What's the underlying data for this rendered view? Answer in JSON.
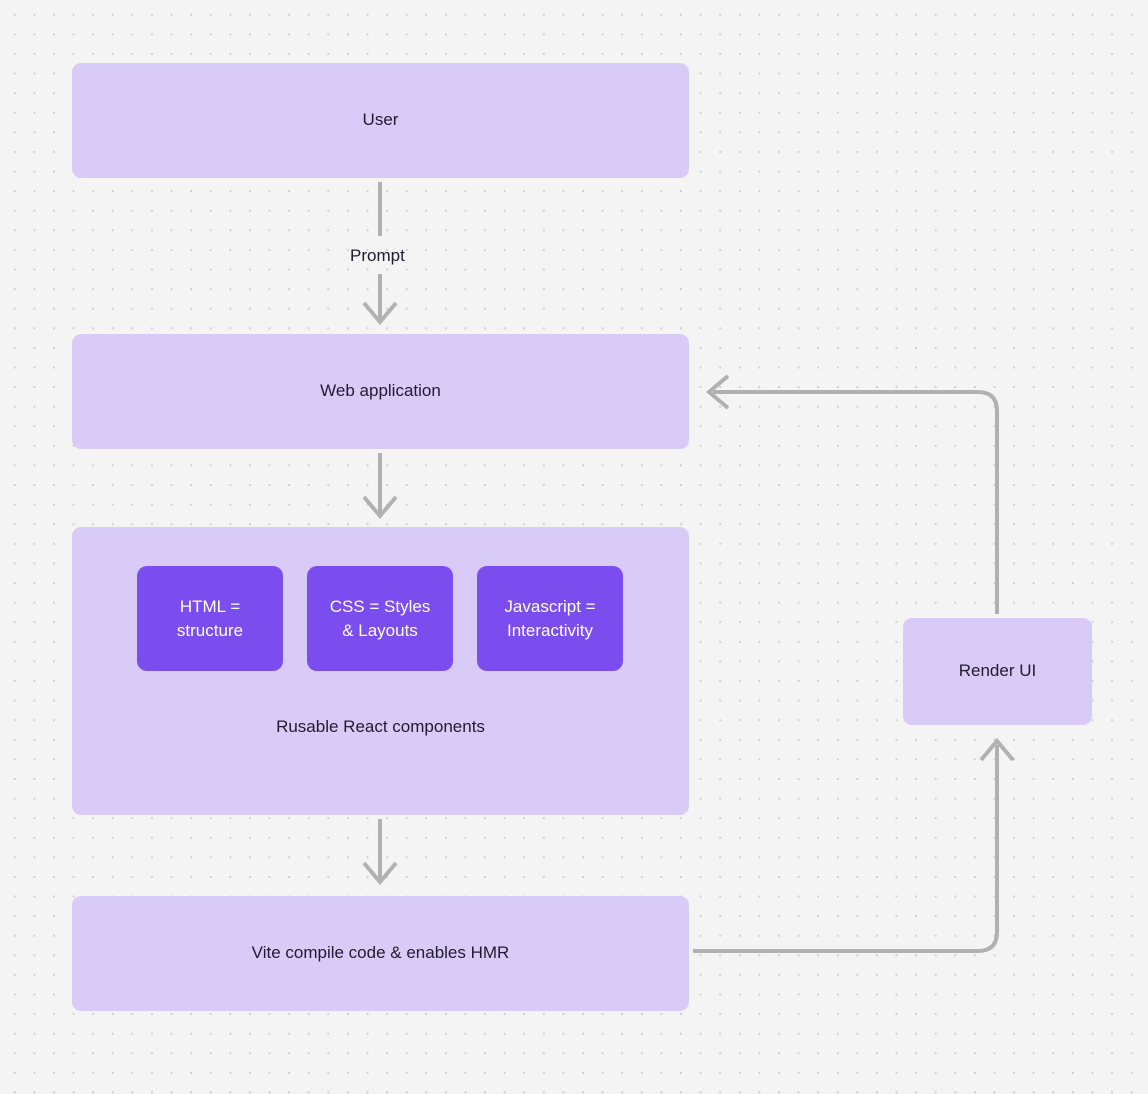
{
  "diagram": {
    "title": "React + Vite web application rendering flow",
    "background_color": "#f4f4f4",
    "dot_color": "#cfcfcf",
    "node_fill": "#d9cbf8",
    "chip_fill": "#7c4dee",
    "connector_color": "#b1b1b1",
    "text_color": "#1f1b2e",
    "chip_text_color": "#ffffff"
  },
  "nodes": {
    "user": {
      "label": "User"
    },
    "web_application": {
      "label": "Web application"
    },
    "react_group": {
      "caption": "Rusable React components",
      "chips": [
        {
          "label": "HTML =\nstructure",
          "line1": "HTML =",
          "line2": "structure"
        },
        {
          "label": "CSS = Styles\n& Layouts",
          "line1": "CSS = Styles",
          "line2": "& Layouts"
        },
        {
          "label": "Javascript =\nInteractivity",
          "line1": "Javascript =",
          "line2": "Interactivity"
        }
      ]
    },
    "vite": {
      "label": "Vite compile code & enables HMR"
    },
    "render_ui": {
      "label": "Render UI"
    }
  },
  "edges": [
    {
      "id": "user-to-webapp",
      "from": "user",
      "to": "web_application",
      "label": "Prompt",
      "direction": "down"
    },
    {
      "id": "webapp-to-react",
      "from": "web_application",
      "to": "react_group",
      "label": "",
      "direction": "down"
    },
    {
      "id": "react-to-vite",
      "from": "react_group",
      "to": "vite",
      "label": "",
      "direction": "down"
    },
    {
      "id": "vite-to-render",
      "from": "vite",
      "to": "render_ui",
      "label": "",
      "direction": "right-up"
    },
    {
      "id": "render-to-webapp",
      "from": "render_ui",
      "to": "web_application",
      "label": "",
      "direction": "up-left"
    }
  ]
}
